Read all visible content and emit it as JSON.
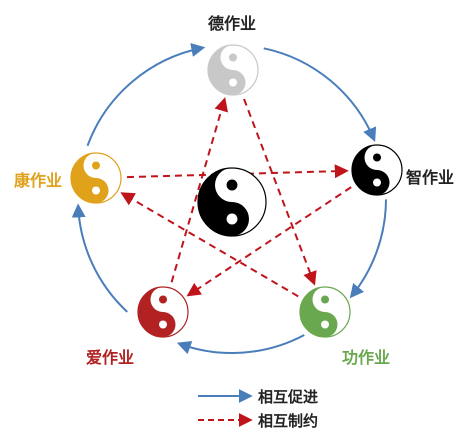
{
  "nodes": [
    {
      "id": "de",
      "label": "德作业",
      "color": "#c8c8c8"
    },
    {
      "id": "zhi",
      "label": "智作业",
      "color": "#000000"
    },
    {
      "id": "gong",
      "label": "功作业",
      "color": "#6aa84f"
    },
    {
      "id": "ai",
      "label": "爱作业",
      "color": "#b22222"
    },
    {
      "id": "kang",
      "label": "康作业",
      "color": "#e0a11b"
    }
  ],
  "center": {
    "color": "#000000"
  },
  "colors": {
    "promote": "#4a7ebb",
    "restrain": "#c0141b",
    "label_dark": "#222222"
  },
  "legend": {
    "promote_label": "相互促进",
    "restrain_label": "相互制约"
  }
}
